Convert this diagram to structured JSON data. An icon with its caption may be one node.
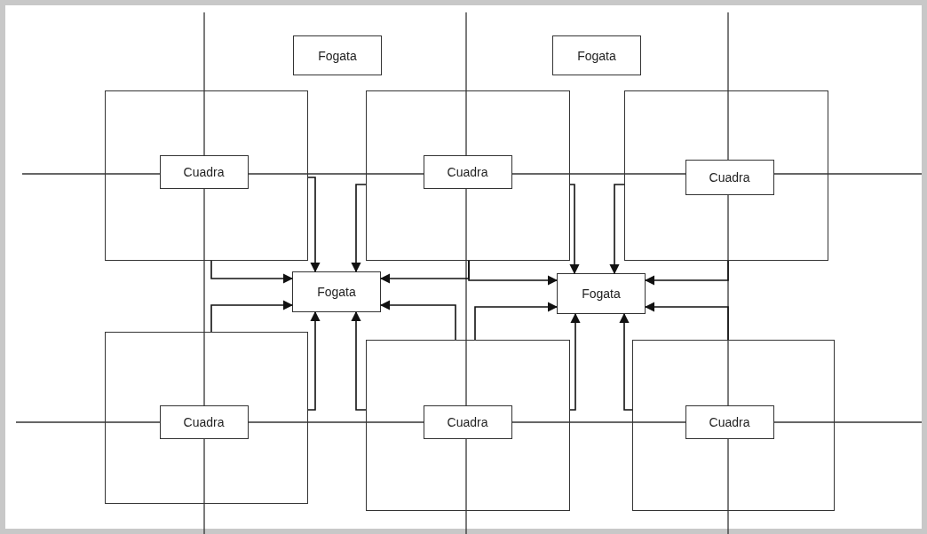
{
  "diagram": {
    "nodes": [
      {
        "text": [
          "Fogata"
        ]
      },
      {
        "text": [
          "Fogata"
        ]
      },
      {
        "text": [],
        "shape": "box"
      },
      {
        "text": [
          "Cuadra"
        ],
        "in": 2
      },
      {
        "text": [],
        "shape": "box"
      },
      {
        "text": [
          "Cuadra"
        ],
        "in": 4
      },
      {
        "text": [],
        "shape": "box"
      },
      {
        "text": [
          "Cuadra"
        ],
        "in": 6
      },
      {
        "text": [
          "Fogata"
        ]
      },
      {
        "text": [
          "Fogata"
        ]
      },
      {
        "text": [],
        "shape": "box"
      },
      {
        "text": [
          "Cuadra"
        ],
        "in": 10
      },
      {
        "text": [],
        "shape": "box"
      },
      {
        "text": [
          "Cuadra"
        ],
        "in": 12
      },
      {
        "text": [],
        "shape": "box"
      },
      {
        "text": [
          "Cuadra"
        ],
        "in": 14
      }
    ],
    "edges": [
      {
        "from": 2,
        "to": 8,
        "arrow": "to"
      },
      {
        "from": 4,
        "to": 8,
        "arrow": "to"
      },
      {
        "from": 2,
        "to": 8,
        "arrow": "to"
      },
      {
        "from": 4,
        "to": 8,
        "arrow": "to"
      },
      {
        "from": 10,
        "to": 8,
        "arrow": "to"
      },
      {
        "from": 12,
        "to": 8,
        "arrow": "to"
      },
      {
        "from": 10,
        "to": 8,
        "arrow": "to"
      },
      {
        "from": 12,
        "to": 8,
        "arrow": "to"
      },
      {
        "from": 4,
        "to": 9,
        "arrow": "to"
      },
      {
        "from": 6,
        "to": 9,
        "arrow": "to"
      },
      {
        "from": 4,
        "to": 9,
        "arrow": "to"
      },
      {
        "from": 6,
        "to": 9,
        "arrow": "to"
      },
      {
        "from": 12,
        "to": 9,
        "arrow": "to"
      },
      {
        "from": 14,
        "to": 9,
        "arrow": "to"
      },
      {
        "from": 12,
        "to": 9,
        "arrow": "to"
      },
      {
        "from": 14,
        "to": 9,
        "arrow": "to"
      }
    ]
  }
}
